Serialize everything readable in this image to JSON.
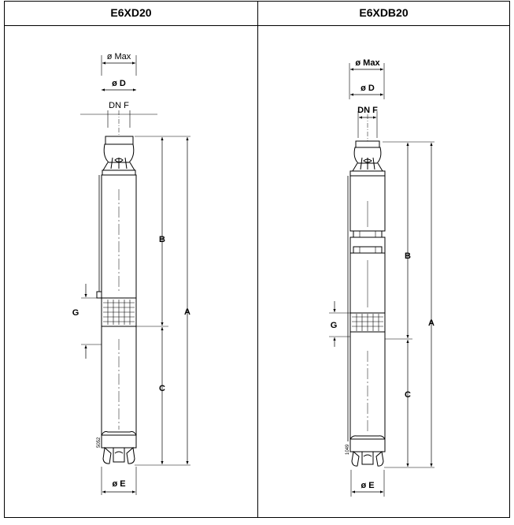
{
  "columns": [
    {
      "title": "E6XD20",
      "labels": {
        "max_dia": "ø Max",
        "d_dia": "ø D",
        "dn_f": "DN F",
        "b": "B",
        "a": "A",
        "g": "G",
        "c": "C",
        "e_dia": "ø E",
        "side_code": "5052"
      }
    },
    {
      "title": "E6XDB20",
      "labels": {
        "max_dia": "ø Max",
        "d_dia": "ø D",
        "dn_f": "DN F",
        "b": "B",
        "a": "A",
        "g": "G",
        "c": "C",
        "e_dia": "ø E",
        "side_code": "1049"
      }
    }
  ]
}
